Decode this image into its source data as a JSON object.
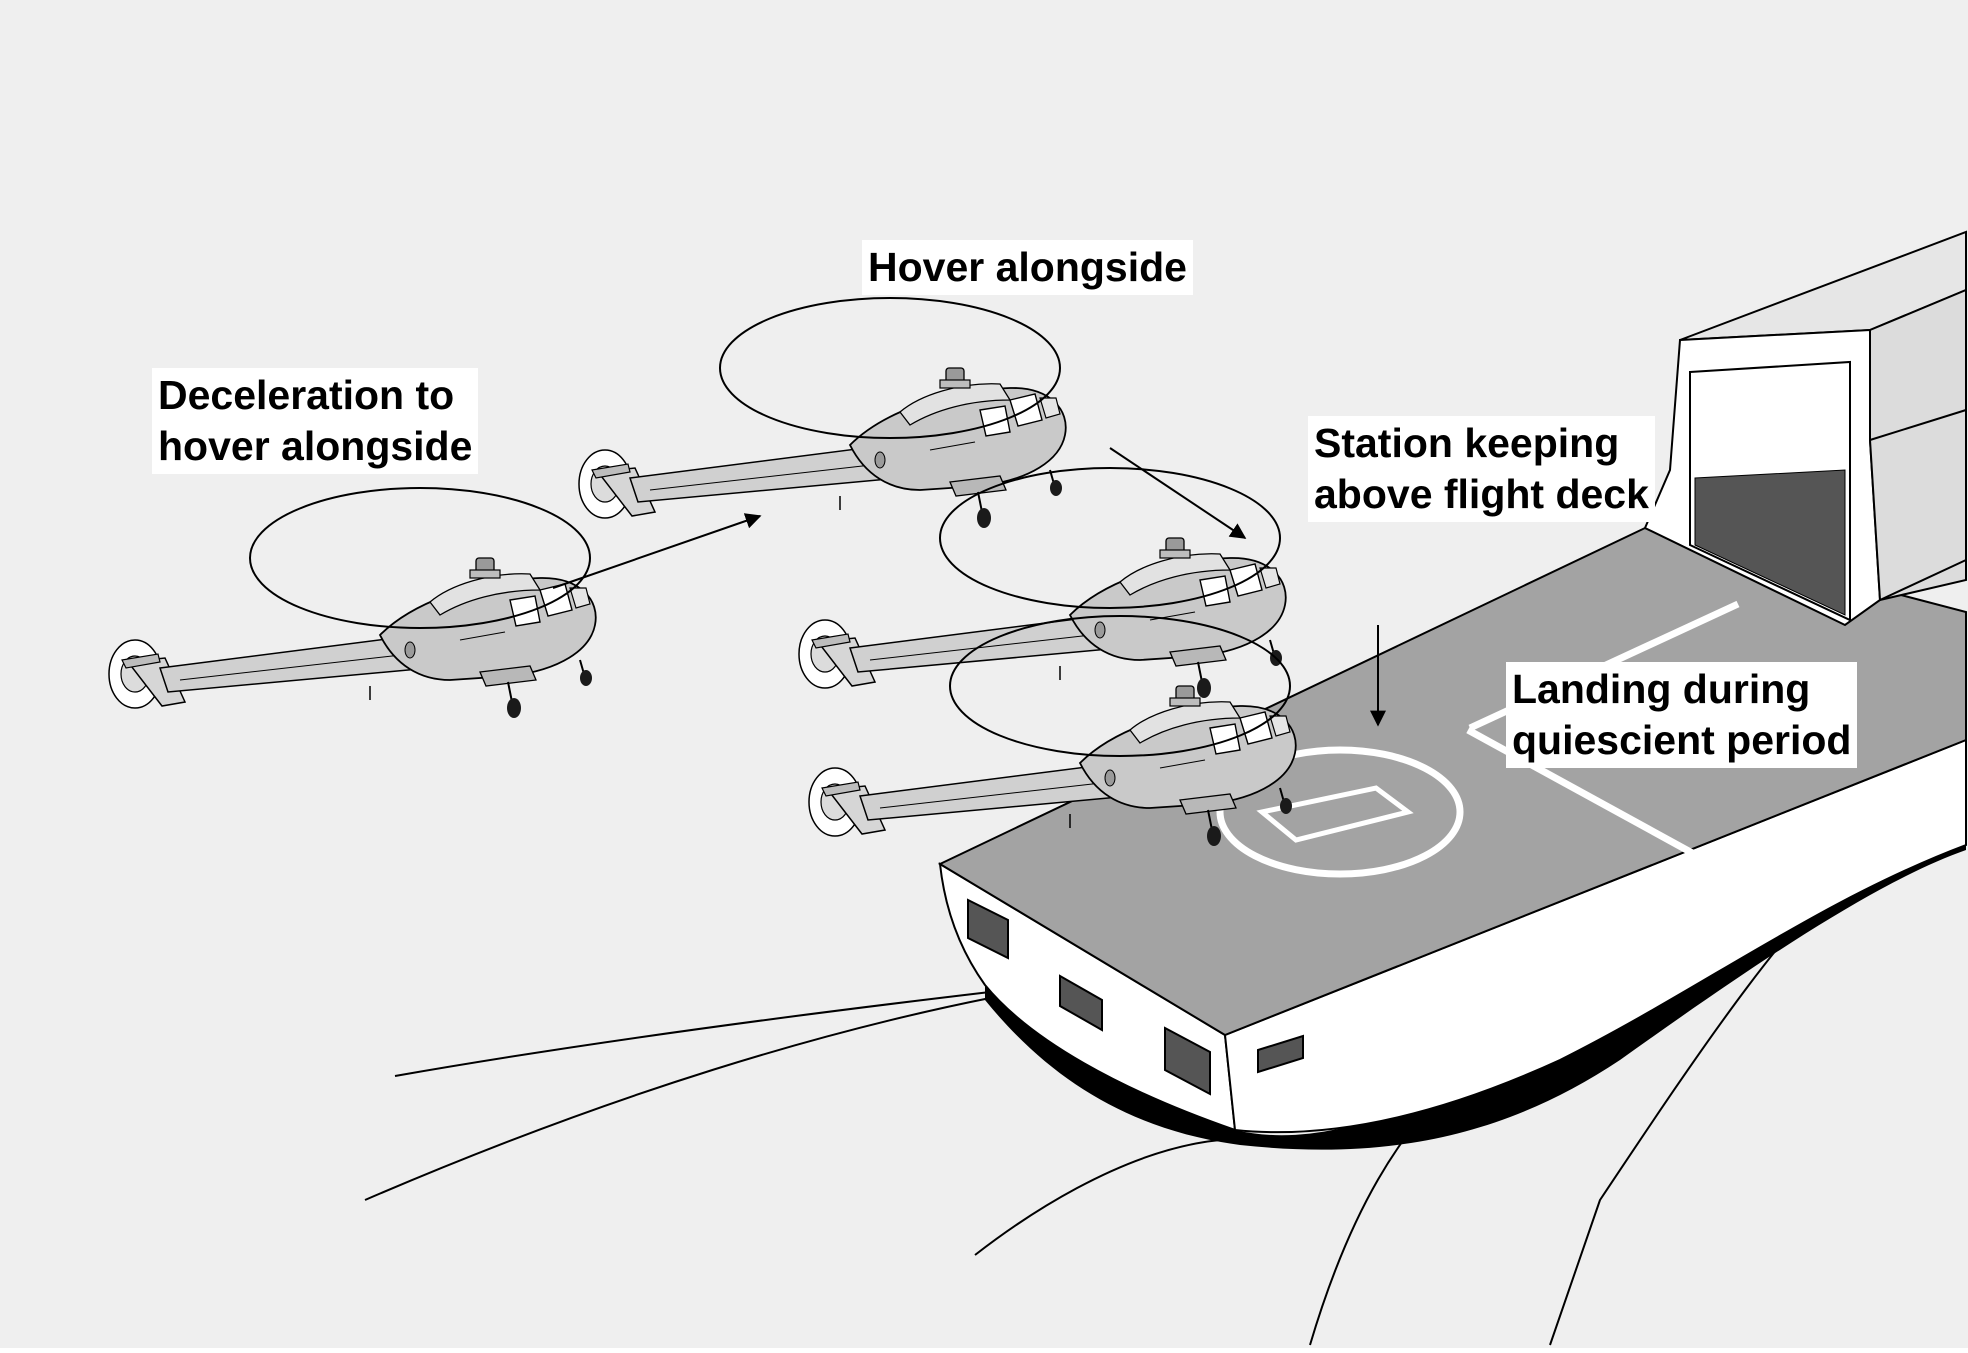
{
  "colors": {
    "background": "#efefef",
    "deck": "#a3a3a3",
    "ship_hull": "#ffffff",
    "hangar_door_dark": "#555555",
    "shadow": "#000000",
    "helicopter_body": "#c8c8c8",
    "outline": "#000000"
  },
  "labels": {
    "deceleration": {
      "line1": "Deceleration to",
      "line2": "hover alongside"
    },
    "hover": {
      "line1": "Hover alongside"
    },
    "station": {
      "line1": "Station keeping",
      "line2": "above flight deck"
    },
    "landing": {
      "line1": "Landing during",
      "line2": "quiescient period"
    }
  },
  "icons": {
    "helicopter": "helicopter-icon",
    "arrow": "arrow-icon",
    "ship": "ship-icon"
  }
}
